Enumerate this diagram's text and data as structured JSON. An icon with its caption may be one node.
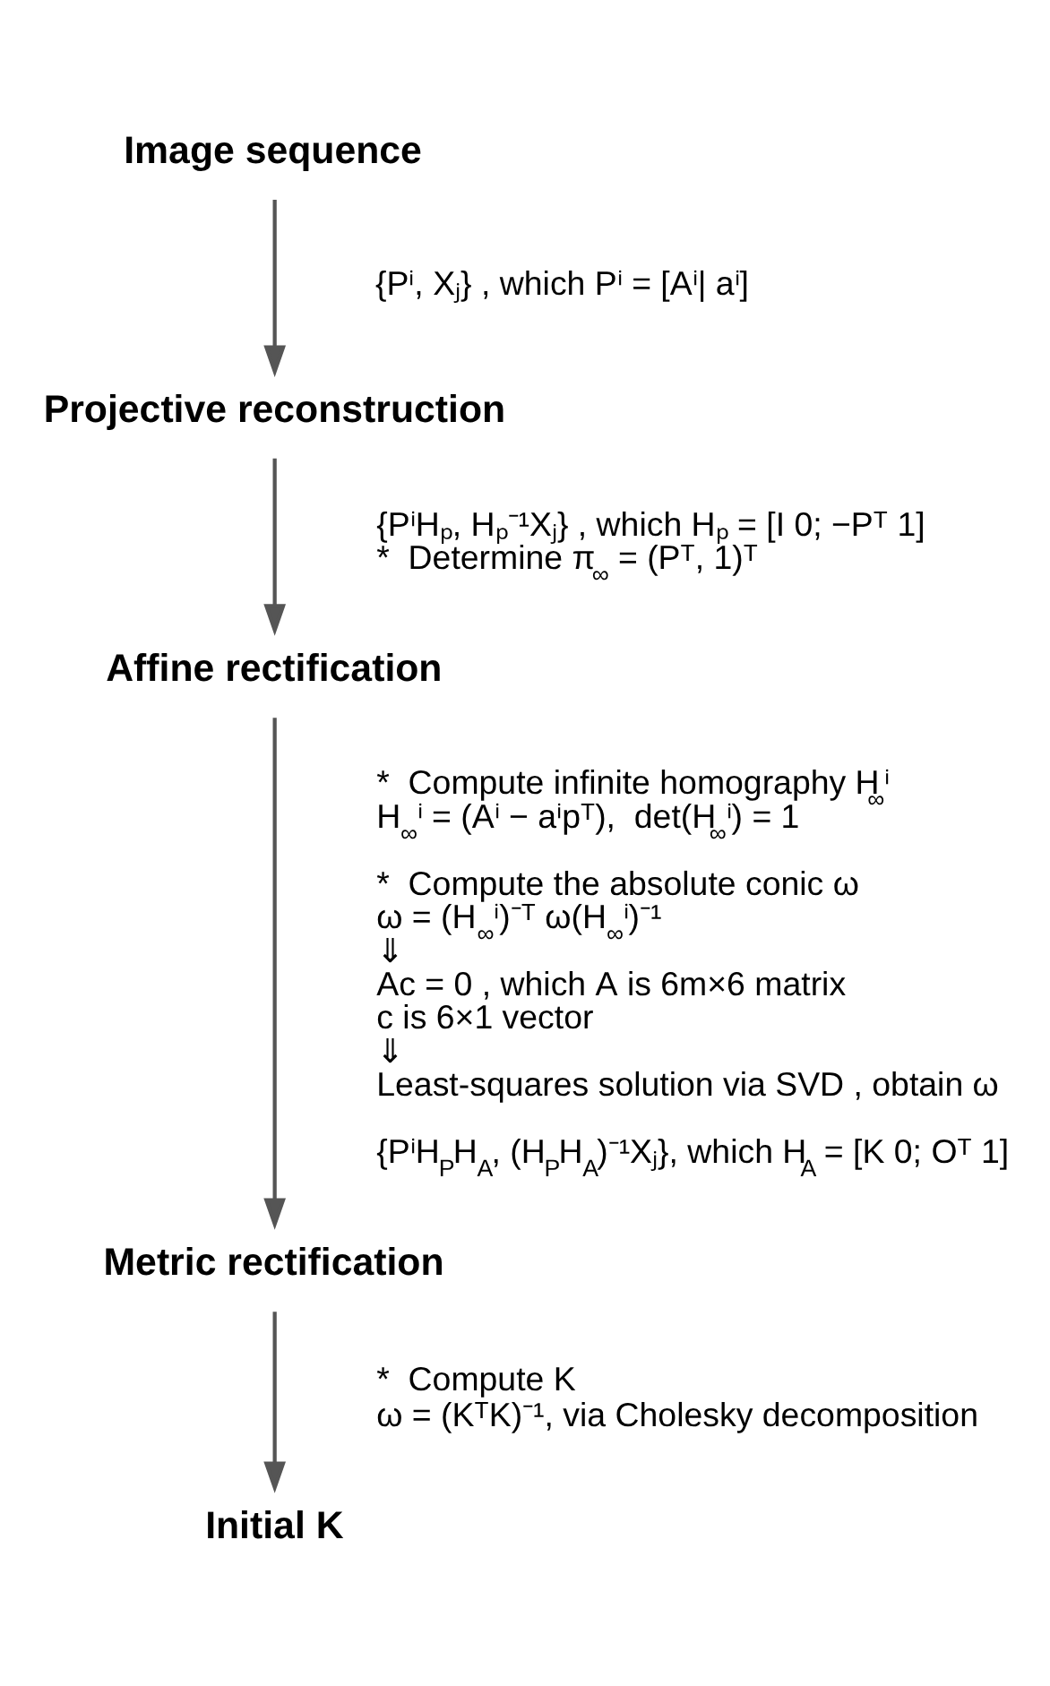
{
  "diagram": {
    "nodes": [
      {
        "text": [
          "Image sequence"
        ]
      },
      {
        "text": [
          "Projective reconstruction"
        ]
      },
      {
        "text": [
          "Affine rectification"
        ]
      },
      {
        "text": [
          "Metric rectification"
        ]
      },
      {
        "text": [
          "Initial K"
        ]
      }
    ],
    "edges": [
      {
        "from": 0,
        "to": 1,
        "arrow": "to"
      },
      {
        "from": 1,
        "to": 2,
        "arrow": "to"
      },
      {
        "from": 2,
        "to": 3,
        "arrow": "to"
      },
      {
        "from": 3,
        "to": 4,
        "arrow": "to"
      }
    ],
    "labels": [
      "{Pⁱ, Xⱼ} , which Pⁱ = [Aⁱ| aⁱ]",
      "{PⁱHₚ, Hₚ⁻¹Xⱼ} , which Hₚ = [I 0; −Pᵀ 1]",
      "*  Determine π$_{∞}$ = (Pᵀ, 1)ᵀ",
      "*  Compute infinite homography H$_{∞}$ⁱ",
      "H$_{∞}$ⁱ = (Aⁱ − aⁱpᵀ),  det(H$_{∞}$ⁱ) = 1",
      "*  Compute the absolute conic ω",
      "ω = (H$_{∞}$ⁱ)⁻ᵀ ω(H$_{∞}$ⁱ)⁻¹",
      "⇓",
      "Ac = 0 , which A is 6m×6 matrix",
      "c is 6×1 vector",
      "⇓",
      "Least-squares solution via SVD , obtain ω",
      "{PⁱH$_{P}$H$_{A}$, (H$_{P}$H$_{A}$)⁻¹Xⱼ}, which H$_{A}$ = [K 0; Oᵀ 1]",
      "*  Compute K",
      "ω = (KᵀK)⁻¹, via Cholesky decomposition"
    ]
  }
}
